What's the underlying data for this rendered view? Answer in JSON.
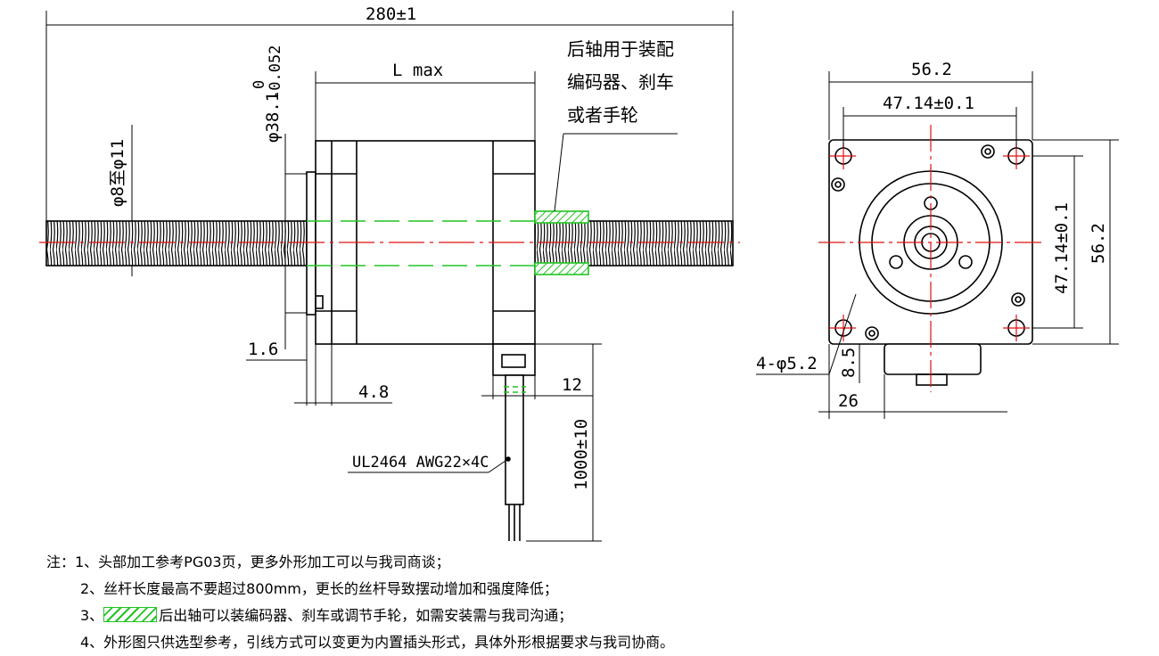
{
  "side_view": {
    "dim_overall_length": "280±1",
    "dim_body_length": "L max",
    "dim_pilot_dia": "φ38.1",
    "dim_pilot_tol_upper": "0",
    "dim_pilot_tol_lower": "-0.052",
    "dim_screw_dia": "φ8至φ11",
    "dim_pilot_height": "1.6",
    "dim_flange_thickness": "4.8",
    "dim_connector_width": "12",
    "dim_cable_length": "1000±10",
    "cable_label": "UL2464 AWG22×4C",
    "rear_shaft_note_line1": "后轴用于装配",
    "rear_shaft_note_line2": "编码器、刹车",
    "rear_shaft_note_line3": "或者手轮"
  },
  "front_view": {
    "dim_width": "56.2",
    "dim_hole_spacing_h": "47.14±0.1",
    "dim_hole_spacing_v": "47.14±0.1",
    "dim_height": "56.2",
    "dim_mount_holes": "4-φ5.2",
    "dim_8_5": "8.5",
    "dim_26": "26"
  },
  "notes": {
    "n1": "注：1、头部加工参考PG03页，更多外形加工可以与我司商谈；",
    "n2": "2、丝杆长度最高不要超过800mm，更长的丝杆导致摆动增加和强度降低；",
    "n3_num": "3、",
    "n3_text": "后出轴可以装编码器、刹车或调节手轮，如需安装需与我司沟通；",
    "n4": "4、外形图只供选型参考，引线方式可以变更为内置插头形式，具体外形根据要求与我司协商。"
  },
  "colors": {
    "line": "#000000",
    "centerline": "#e01010",
    "hidden": "#22c422"
  }
}
